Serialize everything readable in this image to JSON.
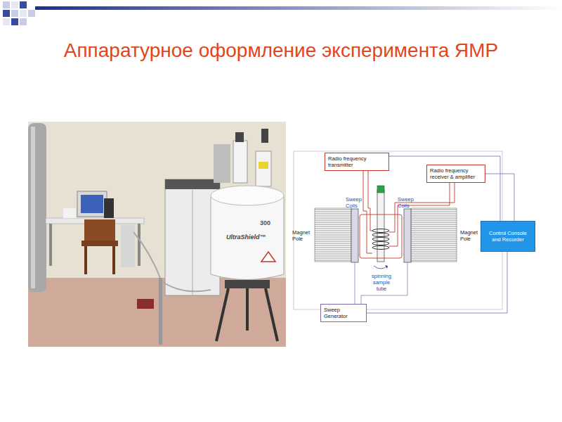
{
  "diagram": {
    "title": "Аппаратурное оформление эксперимента ЯМР",
    "nodes": [
      {
        "text": [
          "Radio frequency transmitter"
        ]
      },
      {
        "text": [
          "Radio frequency receiver & amplifier"
        ]
      },
      {
        "text": [
          "Control Console and Recorder"
        ]
      },
      {
        "text": [
          "Sweep Generator"
        ]
      }
    ],
    "edges": [
      {
        "from": 0,
        "to": 2,
        "arrow": "none"
      },
      {
        "from": 1,
        "to": 2,
        "arrow": "none"
      },
      {
        "from": 3,
        "to": 2,
        "arrow": "none"
      }
    ],
    "labels": [
      "Sweep Coils",
      "Sweep Coils",
      "Magnet Pole",
      "Magnet Pole",
      "spinning sample tube",
      "300",
      "UltraShield™"
    ]
  }
}
